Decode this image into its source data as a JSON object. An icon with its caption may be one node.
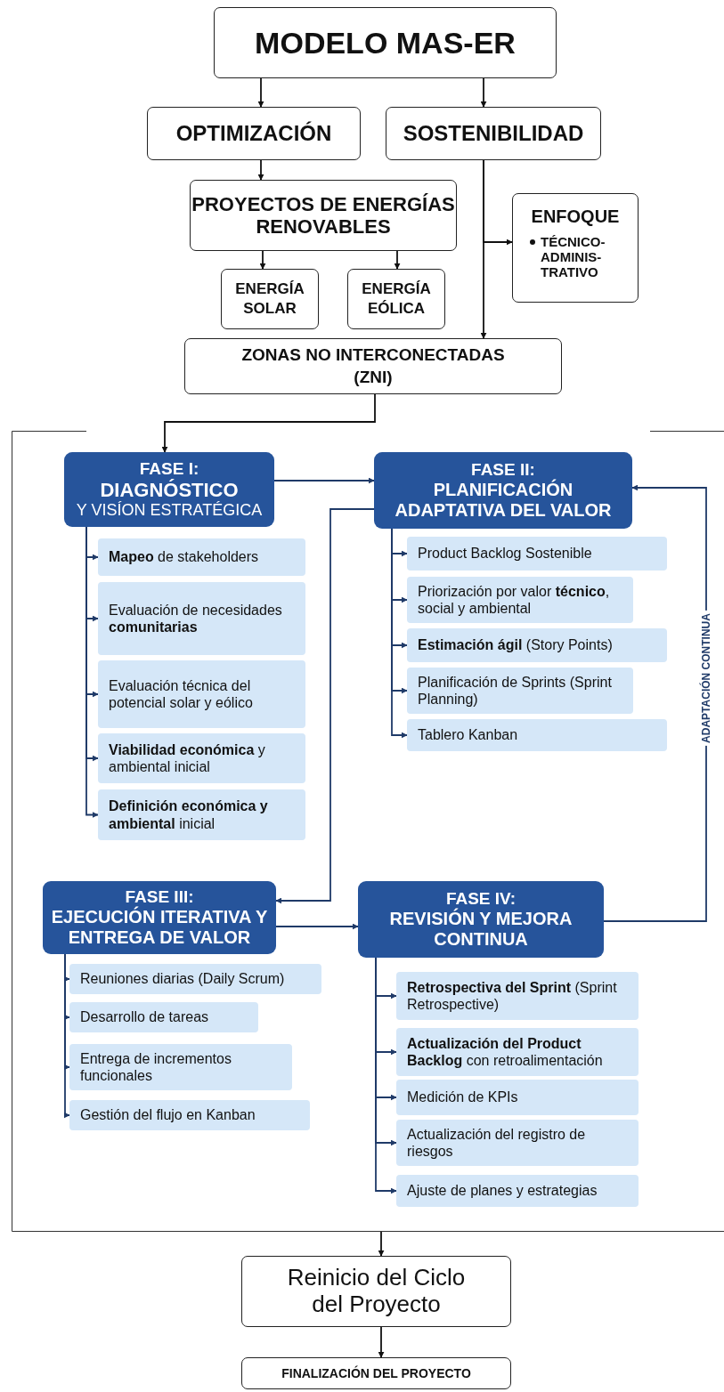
{
  "diagram": {
    "nodes": [
      {
        "text": [
          "MODELO MAS-ER"
        ]
      },
      {
        "text": [
          "OPTIMIZACIÓN"
        ]
      },
      {
        "text": [
          "SOSTENIBILIDAD"
        ]
      },
      {
        "text": [
          "PROYECTOS DE ENERGÍAS RENOVABLES"
        ]
      },
      {
        "text": [
          "ENFOQUE",
          "TÉCNICO-ADMINIS-TRATIVO"
        ]
      },
      {
        "text": [
          "ENERGÍA SOLAR"
        ]
      },
      {
        "text": [
          "ENERGÍA EÓLICA"
        ]
      },
      {
        "text": [
          "ZONAS NO INTERCONECTADAS (ZNI)"
        ]
      },
      {
        "text": [],
        "shape": "box"
      },
      {
        "text": [
          "FASE I:",
          "**DIAGNÓSTICO** Y VISÍON ESTRATÉGICA"
        ],
        "in": 8
      },
      {
        "text": [
          "**Mapeo** de stakeholders"
        ],
        "in": 8
      },
      {
        "text": [
          "Evaluación de necesidades **comunitarias**"
        ],
        "in": 8
      },
      {
        "text": [
          "Evaluación técnica del potencial solar y eólico"
        ],
        "in": 8
      },
      {
        "text": [
          "**Viabilidad económica** y ambiental inicial"
        ],
        "in": 8
      },
      {
        "text": [
          "**Definición económica y ambiental** inicial"
        ],
        "in": 8
      },
      {
        "text": [
          "FASE II:",
          "PLANIFICACIÓN ADAPTATIVA DEL VALOR"
        ],
        "in": 8
      },
      {
        "text": [
          "Product Backlog Sostenible"
        ],
        "in": 8
      },
      {
        "text": [
          "Priorización por valor **técnico**, social y ambiental"
        ],
        "in": 8
      },
      {
        "text": [
          "**Estimación ágil** (Story Points)"
        ],
        "in": 8
      },
      {
        "text": [
          "Planificación de Sprints (Sprint Planning)"
        ],
        "in": 8
      },
      {
        "text": [
          "Tablero Kanban"
        ],
        "in": 8
      },
      {
        "text": [
          "FASE III:",
          "EJECUCIÓN ITERATIVA Y ENTREGA DE VALOR"
        ],
        "in": 8
      },
      {
        "text": [
          "Reuniones diarias (Daily Scrum)"
        ],
        "in": 8
      },
      {
        "text": [
          "Desarrollo de tareas"
        ],
        "in": 8
      },
      {
        "text": [
          "Entrega de incrementos funcionales"
        ],
        "in": 8
      },
      {
        "text": [
          "Gestión del flujo en Kanban"
        ],
        "in": 8
      },
      {
        "text": [
          "FASE IV:",
          "REVISIÓN Y MEJORA CONTINUA"
        ],
        "in": 8
      },
      {
        "text": [
          "**Retrospectiva del Sprint** (Sprint Retrospective)"
        ],
        "in": 8
      },
      {
        "text": [
          "**Actualización del Product Backlog** con retroalimentación"
        ],
        "in": 8
      },
      {
        "text": [
          "Medición de KPIs"
        ],
        "in": 8
      },
      {
        "text": [
          "Actualización del registro de riesgos"
        ],
        "in": 8
      },
      {
        "text": [
          "Ajuste de planes y estrategias"
        ],
        "in": 8
      },
      {
        "text": [
          "Reinicio del Ciclo del Proyecto"
        ]
      },
      {
        "text": [
          "FINALIZACIÓN DEL PROYECTO"
        ]
      }
    ],
    "edges": [
      {
        "from": 0,
        "to": 1,
        "arrow": "to",
        "color": "#111111"
      },
      {
        "from": 0,
        "to": 2,
        "arrow": "to",
        "color": "#111111"
      },
      {
        "from": 1,
        "to": 3,
        "arrow": "to",
        "color": "#111111"
      },
      {
        "from": 3,
        "to": 5,
        "arrow": "to",
        "color": "#111111"
      },
      {
        "from": 3,
        "to": 6,
        "arrow": "to",
        "color": "#111111"
      },
      {
        "from": 2,
        "to": 4,
        "arrow": "to",
        "color": "#111111"
      },
      {
        "from": 2,
        "to": 7,
        "arrow": "to",
        "color": "#111111"
      },
      {
        "from": 7,
        "to": 9,
        "arrow": "to",
        "color": "#111111"
      },
      {
        "from": 9,
        "to": 15,
        "arrow": "to"
      },
      {
        "from": 15,
        "to": 21,
        "arrow": "to"
      },
      {
        "from": 21,
        "to": 26,
        "arrow": "to"
      },
      {
        "from": 26,
        "to": 15,
        "arrow": "to",
        "label": "ADAPTACIÓN CONTINUA"
      },
      {
        "from": 9,
        "to": 10,
        "arrow": "to"
      },
      {
        "from": 9,
        "to": 11,
        "arrow": "to"
      },
      {
        "from": 9,
        "to": 12,
        "arrow": "to"
      },
      {
        "from": 9,
        "to": 13,
        "arrow": "to"
      },
      {
        "from": 9,
        "to": 14,
        "arrow": "to"
      },
      {
        "from": 15,
        "to": 16,
        "arrow": "to"
      },
      {
        "from": 15,
        "to": 17,
        "arrow": "to"
      },
      {
        "from": 15,
        "to": 18,
        "arrow": "to"
      },
      {
        "from": 15,
        "to": 19,
        "arrow": "to"
      },
      {
        "from": 15,
        "to": 20,
        "arrow": "to"
      },
      {
        "from": 21,
        "to": 22,
        "arrow": "to"
      },
      {
        "from": 21,
        "to": 23,
        "arrow": "to"
      },
      {
        "from": 21,
        "to": 24,
        "arrow": "to"
      },
      {
        "from": 21,
        "to": 25,
        "arrow": "to"
      },
      {
        "from": 26,
        "to": 27,
        "arrow": "to"
      },
      {
        "from": 26,
        "to": 28,
        "arrow": "to"
      },
      {
        "from": 26,
        "to": 29,
        "arrow": "to"
      },
      {
        "from": 26,
        "to": 30,
        "arrow": "to"
      },
      {
        "from": 26,
        "to": 31,
        "arrow": "to"
      },
      {
        "from": 8,
        "to": 32,
        "arrow": "to",
        "color": "#111111"
      },
      {
        "from": 32,
        "to": 33,
        "arrow": "to",
        "color": "#111111"
      }
    ]
  }
}
